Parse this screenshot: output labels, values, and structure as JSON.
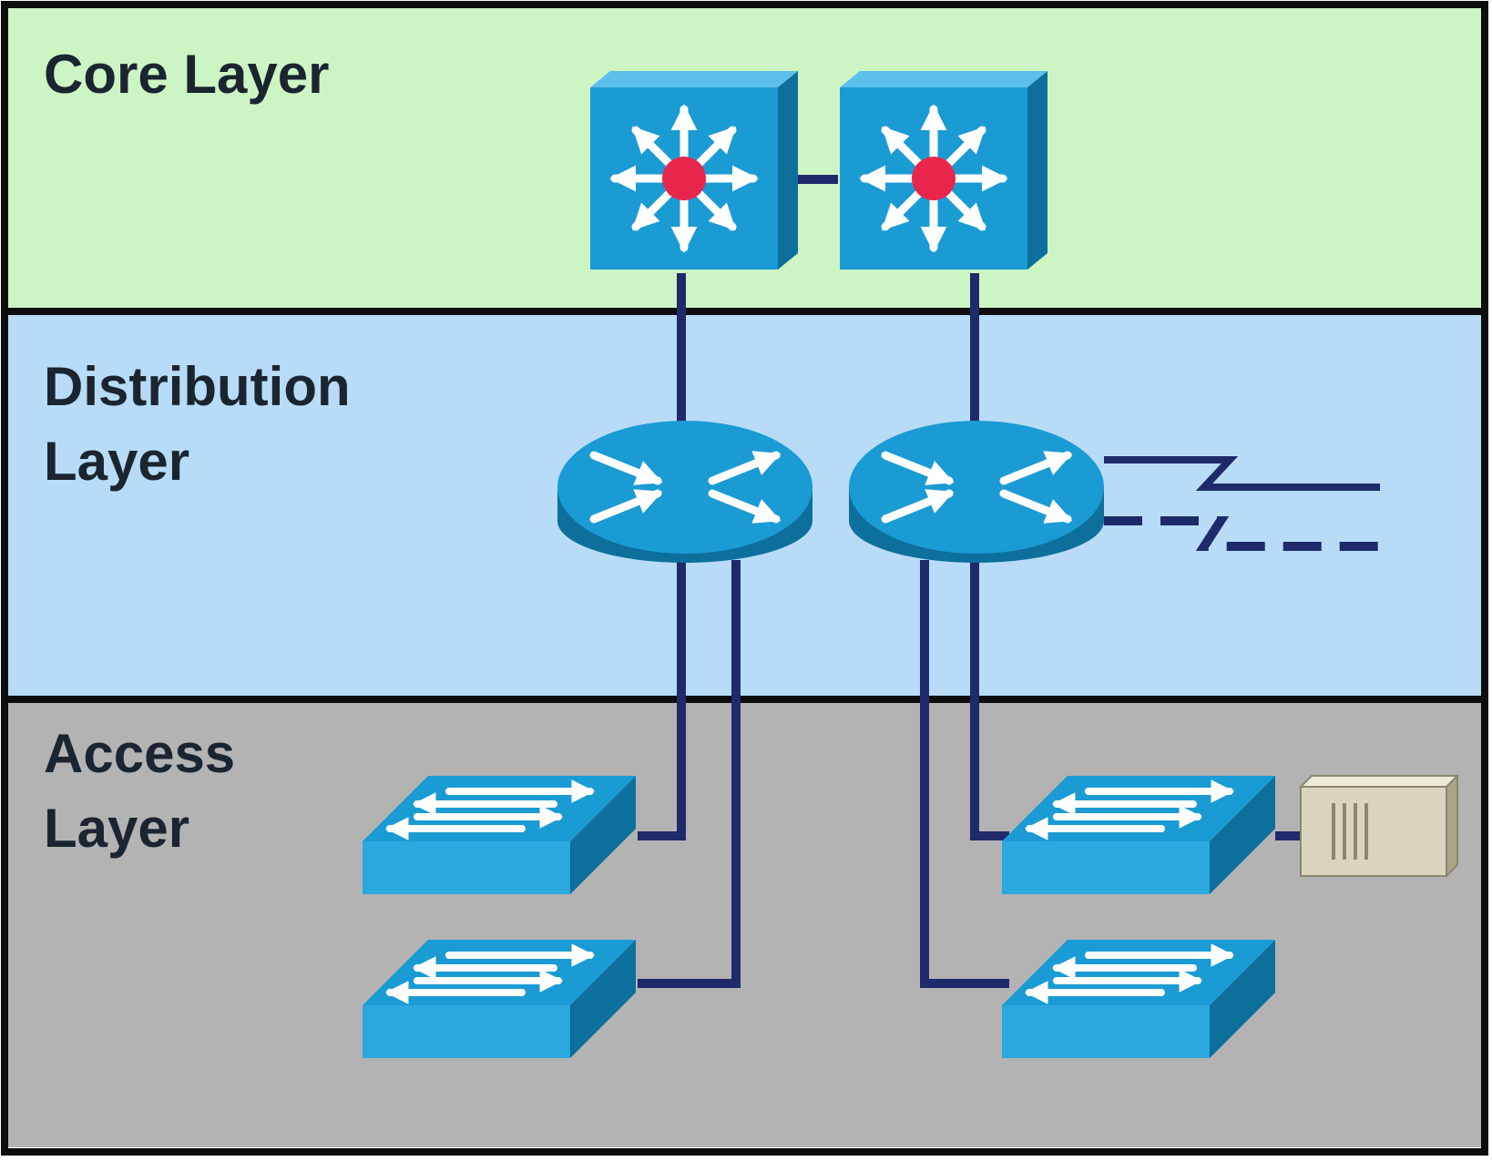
{
  "layers": {
    "core": {
      "label": "Core Layer",
      "color": "#cdf5c4"
    },
    "distribution": {
      "label_line1": "Distribution",
      "label_line2": "Layer",
      "color": "#b8dcf7"
    },
    "access": {
      "label_line1": "Access",
      "label_line2": "Layer",
      "color": "#b3b3b3"
    }
  },
  "colors": {
    "device_blue": "#1b9bd4",
    "device_dark": "#0d6f9c",
    "link": "#1f2a6b",
    "core_hub": "#e8264b",
    "label_text": "#1a2530",
    "border": "#0d0d0d",
    "server": "#d9d5bf"
  },
  "devices": {
    "core_switches": [
      "multilayer-switch-icon",
      "multilayer-switch-icon"
    ],
    "distribution_routers": [
      "router-icon",
      "router-icon"
    ],
    "access_switches": [
      "workgroup-switch-icon",
      "workgroup-switch-icon",
      "workgroup-switch-icon",
      "workgroup-switch-icon"
    ],
    "server": "server-icon"
  }
}
